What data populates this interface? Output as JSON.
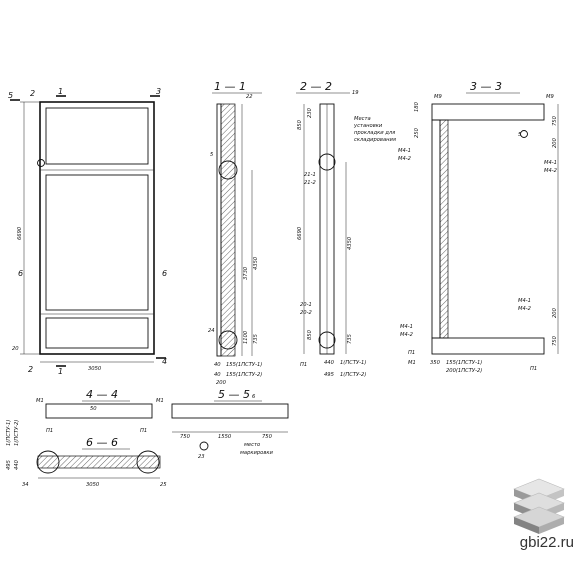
{
  "sections": {
    "s11": "1 — 1",
    "s22": "2 — 2",
    "s33": "3 — 3",
    "s44": "4 — 4",
    "s55": "5 — 5",
    "s66": "6 — 6"
  },
  "elevation": {
    "cut_top_5": "5",
    "cut_top_2": "2",
    "cut_top_1": "1",
    "cut_top_3": "3",
    "cut_left_6": "6",
    "cut_right_6": "6",
    "cut_bot_2": "2",
    "cut_bot_1": "1",
    "cut_bot_4": "4",
    "dim_height": "6690",
    "dim_width": "3050",
    "dim_20": "20"
  },
  "s11": {
    "m22": "22",
    "m5": "5",
    "m24": "24",
    "d3730": "3730",
    "d4350": "4350",
    "d1100": "1100",
    "d735": "735",
    "d40a": "40",
    "d40b": "40",
    "d200": "200",
    "ref1": "155(1ПСТУ-1)",
    "ref2": "155(1ПСТУ-2)"
  },
  "s22": {
    "m19": "19",
    "note1": "Места",
    "note2": "установки",
    "note3": "прокладки для",
    "note4": "складирования",
    "d850a": "850",
    "d230": "230",
    "d6690": "6690",
    "d4350": "4350",
    "d850b": "850",
    "d735": "735",
    "m21a": "21-1",
    "m21b": "21-2",
    "m20a": "20-1",
    "m20b": "20-2",
    "p1": "П1",
    "d440": "440",
    "d495": "495",
    "ref1": "1(ПСТУ-1)",
    "ref2": "1(ПСТУ-2)"
  },
  "s33": {
    "m180": "180",
    "m9a": "М9",
    "m9b": "М9",
    "d250": "250",
    "d750a": "750",
    "d200a": "200",
    "m5": "5",
    "m41a": "М4-1",
    "m42a": "М4-2",
    "m41b": "М4-1",
    "m42b": "М4-2",
    "m41c": "М4-1",
    "m42c": "М4-2",
    "m41d": "М4-1",
    "m42d": "М4-2",
    "d200b": "200",
    "d750b": "750",
    "p1a": "П1",
    "m1a": "М1",
    "p1b": "П1",
    "d350": "350",
    "ref1": "155(1ПСТУ-1)",
    "ref2": "200(1ПСТУ-2)"
  },
  "s44": {
    "m1a": "М1",
    "n50": "50",
    "m1b": "М1",
    "p1a": "П1",
    "p1b": "П1"
  },
  "s55": {
    "m6": "6",
    "d750a": "750",
    "d1550": "1550",
    "d750b": "750",
    "m23": "23",
    "note1": "место",
    "note2": "маркировки"
  },
  "s66": {
    "d495": "495",
    "d440": "440",
    "ref1": "1(ПСТУ-1)",
    "ref2": "1(ПСТУ-2)",
    "d3050": "3050",
    "m34": "34",
    "m25": "25"
  },
  "watermark": {
    "site": "gbi22.ru",
    "logo_icon": "stacked-slabs-icon"
  }
}
